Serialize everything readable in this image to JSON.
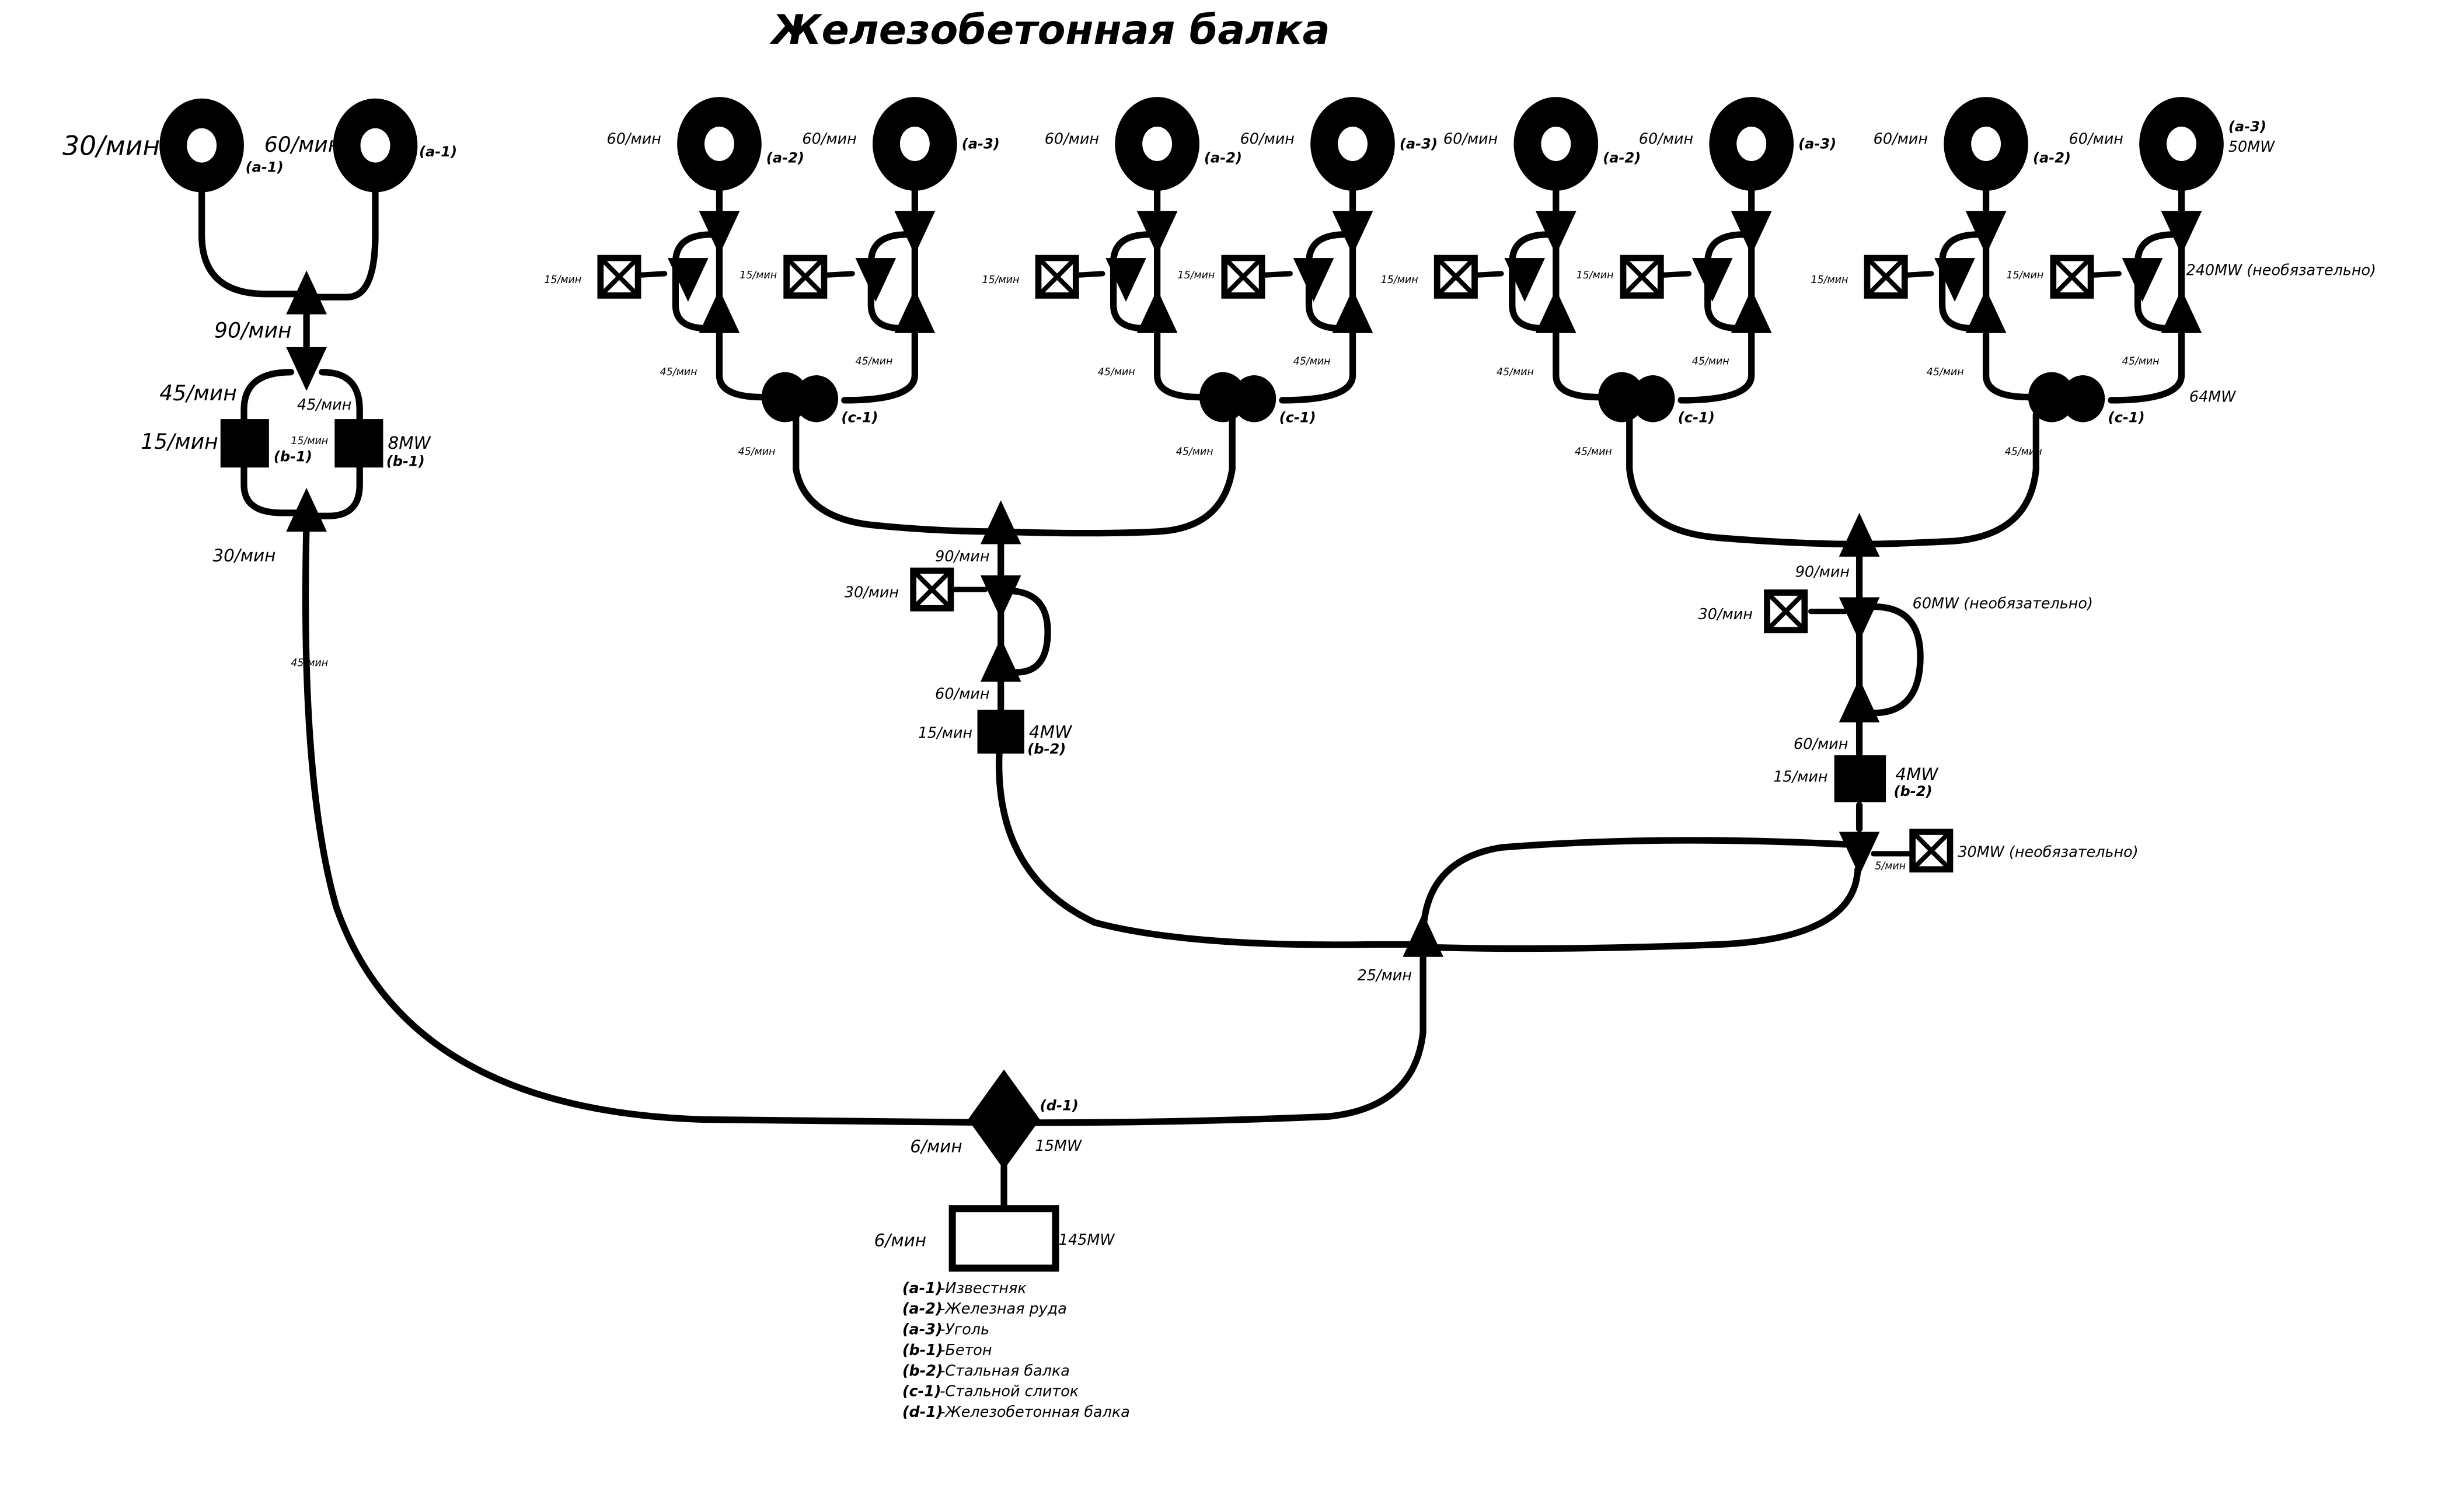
{
  "title": "Железобетонная балка",
  "legend": [
    {
      "key": "(a-1)",
      "value": "-Известняк"
    },
    {
      "key": "(a-2)",
      "value": "-Железная руда"
    },
    {
      "key": "(a-3)",
      "value": "-Уголь"
    },
    {
      "key": "(b-1)",
      "value": "-Бетон"
    },
    {
      "key": "(b-2)",
      "value": "-Стальная балка"
    },
    {
      "key": "(c-1)",
      "value": "-Стальной слиток"
    },
    {
      "key": "(d-1)",
      "value": "-Железобетонная балка"
    }
  ],
  "concrete_branch": {
    "miner_left": {
      "rate": "30/мин",
      "tag": "(a-1)"
    },
    "miner_right": {
      "rate": "60/мин",
      "tag": "(a-1)"
    },
    "merge_rate": "90/мин",
    "split_left_rate": "45/мин",
    "split_right_rate": "45/мин",
    "constructor_left": {
      "rate": "15/мин",
      "tag": "(b-1)"
    },
    "constructor_right": {
      "rate": "15/мин",
      "tag": "(b-1)",
      "power": "8MW"
    },
    "merge_out_rate": "30/мин",
    "line_rate": "45/мин"
  },
  "foundry_groups": [
    {
      "miner_ore": {
        "rate": "60/мин",
        "tag": "(a-2)"
      },
      "miner_coal": {
        "rate": "60/мин",
        "tag": "(a-3)"
      },
      "sink_ore_rate": "15/мин",
      "sink_coal_rate": "15/мин",
      "ore_in_rate": "45/мин",
      "coal_in_rate": "45/мин",
      "foundry_tag": "(c-1)",
      "foundry_out_rate": "45/мин"
    },
    {
      "miner_ore": {
        "rate": "60/мин",
        "tag": "(a-2)"
      },
      "miner_coal": {
        "rate": "60/мин",
        "tag": "(a-3)"
      },
      "sink_ore_rate": "15/мин",
      "sink_coal_rate": "15/мин",
      "ore_in_rate": "45/мин",
      "coal_in_rate": "45/мин",
      "foundry_tag": "(c-1)",
      "foundry_out_rate": "45/мин"
    },
    {
      "miner_ore": {
        "rate": "60/мин",
        "tag": "(a-2)"
      },
      "miner_coal": {
        "rate": "60/мин",
        "tag": "(a-3)"
      },
      "sink_ore_rate": "15/мин",
      "sink_coal_rate": "15/мин",
      "ore_in_rate": "45/мин",
      "coal_in_rate": "45/мин",
      "foundry_tag": "(c-1)",
      "foundry_out_rate": "45/мин"
    },
    {
      "miner_ore": {
        "rate": "60/мин",
        "tag": "(a-2)"
      },
      "miner_coal": {
        "rate": "60/мин",
        "tag": "(a-3)",
        "power": "50MW"
      },
      "sink_ore_rate": "15/мин",
      "sink_coal_rate": "15/мин",
      "sink_power": "240MW (необязательно)",
      "ore_in_rate": "45/мин",
      "coal_in_rate": "45/мин",
      "foundry_tag": "(c-1)",
      "foundry_power": "64MW",
      "foundry_out_rate": "45/мин"
    }
  ],
  "beam_left": {
    "merge_rate": "90/мин",
    "sink_rate": "30/мин",
    "feed_rate": "60/мин",
    "constructor": {
      "rate": "15/мин",
      "tag": "(b-2)",
      "power": "4MW"
    }
  },
  "beam_right": {
    "merge_rate": "90/мин",
    "sink_rate": "30/мин",
    "sink_power": "60MW (необязательно)",
    "feed_rate": "60/мин",
    "constructor": {
      "rate": "15/мин",
      "tag": "(b-2)",
      "power": "4MW"
    },
    "overflow_rate": "5/мин",
    "overflow_power": "30MW (необязательно)"
  },
  "beam_merge_rate": "25/мин",
  "assembler": {
    "tag": "(d-1)",
    "rate": "6/мин",
    "power": "15MW"
  },
  "output": {
    "rate": "6/мин",
    "power": "145MW"
  }
}
